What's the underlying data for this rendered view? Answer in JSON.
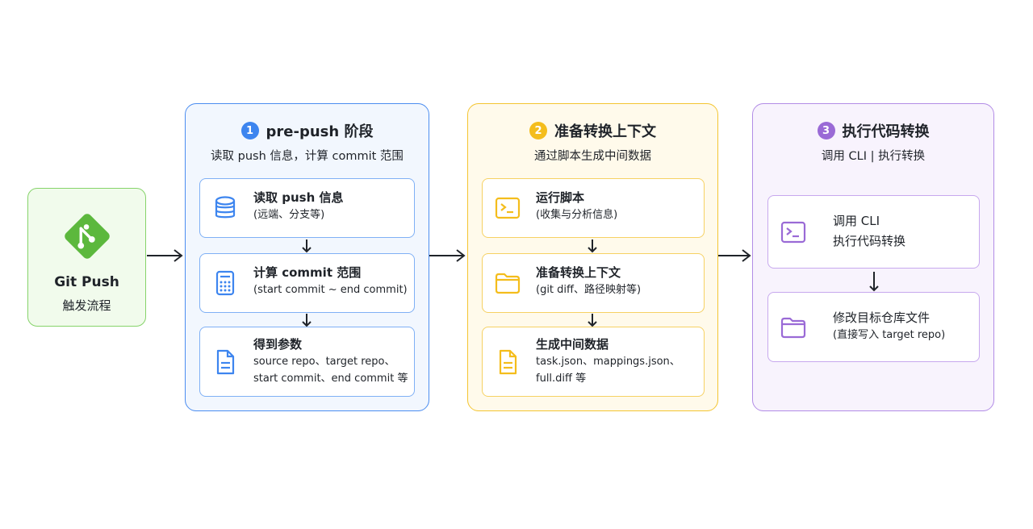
{
  "start": {
    "title": "Git Push",
    "subtitle": "触发流程"
  },
  "stages": [
    {
      "number": "1",
      "title": "pre-push 阶段",
      "subtitle": "读取 push 信息，计算 commit 范围",
      "color": "#3d85ef",
      "cards": [
        {
          "title": "读取 push 信息",
          "lines": [
            "(远端、分支等)"
          ],
          "icon": "database-icon"
        },
        {
          "title": "计算 commit 范围",
          "lines": [
            "(start commit ~ end commit)"
          ],
          "icon": "calculator-icon"
        },
        {
          "title": "得到参数",
          "lines": [
            "source repo、target repo、",
            "start commit、end commit 等"
          ],
          "icon": "document-icon"
        }
      ]
    },
    {
      "number": "2",
      "title": "准备转换上下文",
      "subtitle": "通过脚本生成中间数据",
      "color": "#f4bd1c",
      "cards": [
        {
          "title": "运行脚本",
          "lines": [
            "(收集与分析信息)"
          ],
          "icon": "terminal-icon"
        },
        {
          "title": "准备转换上下文",
          "lines": [
            "(git diff、路径映射等)"
          ],
          "icon": "folder-icon"
        },
        {
          "title": "生成中间数据",
          "lines": [
            "task.json、mappings.json、",
            "full.diff 等"
          ],
          "icon": "document-icon"
        }
      ]
    },
    {
      "number": "3",
      "title": "执行代码转换",
      "subtitle": "调用 CLI | 执行转换",
      "color": "#9a6ad6",
      "cards": [
        {
          "title": "调用 CLI",
          "lines": [
            "执行代码转换"
          ],
          "icon": "terminal-icon"
        },
        {
          "title": "修改目标仓库文件",
          "lines": [
            "(直接写入 target repo)"
          ],
          "icon": "folder-icon"
        }
      ]
    }
  ]
}
